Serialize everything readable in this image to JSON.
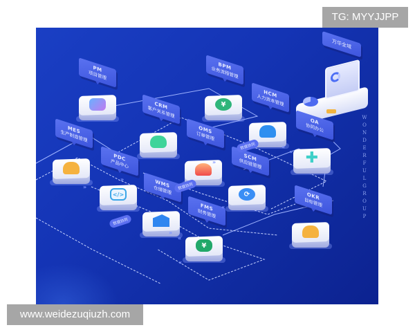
{
  "watermarks": {
    "top_right": "TG: MYYJJPP",
    "bottom_left": "www.weidezuqiuzh.com"
  },
  "side_text": "WONDERFUL GROUP",
  "laptop": {
    "label": "万华全域"
  },
  "modules": [
    {
      "code": "PM",
      "name": "项目管理",
      "icon": "card-icon",
      "color": "#b07ff0"
    },
    {
      "code": "BPM",
      "name": "业务流程管理",
      "icon": "yen-icon",
      "color": "#2fb57a"
    },
    {
      "code": "CRM",
      "name": "客户关系管理",
      "icon": "users-icon",
      "color": "#3fd49a"
    },
    {
      "code": "HCM",
      "name": "人力资本管理",
      "icon": "people-icon",
      "color": "#2f8ff0"
    },
    {
      "code": "OA",
      "name": "协同办公",
      "icon": "plus-icon",
      "color": "#3fd0c8"
    },
    {
      "code": "MES",
      "name": "生产制造管理",
      "icon": "worker-icon",
      "color": "#f5b23f"
    },
    {
      "code": "OMS",
      "name": "订单管理",
      "icon": "order-icon",
      "color": "#f07a5a"
    },
    {
      "code": "SCM",
      "name": "供应链管理",
      "icon": "cycle-icon",
      "color": "#3a8ef5"
    },
    {
      "code": "PDC",
      "name": "产品中心",
      "icon": "code-icon",
      "color": "#3aa6e8"
    },
    {
      "code": "WMS",
      "name": "仓储管理",
      "icon": "house-icon",
      "color": "#2f86f0"
    },
    {
      "code": "FMS",
      "name": "财务管理",
      "icon": "yen-icon",
      "color": "#22a86a"
    },
    {
      "code": "OKR",
      "name": "目标管理",
      "icon": "person-icon",
      "color": "#f5b23f"
    }
  ],
  "pills": [
    "数据协同",
    "数据协同",
    "数据协同"
  ]
}
